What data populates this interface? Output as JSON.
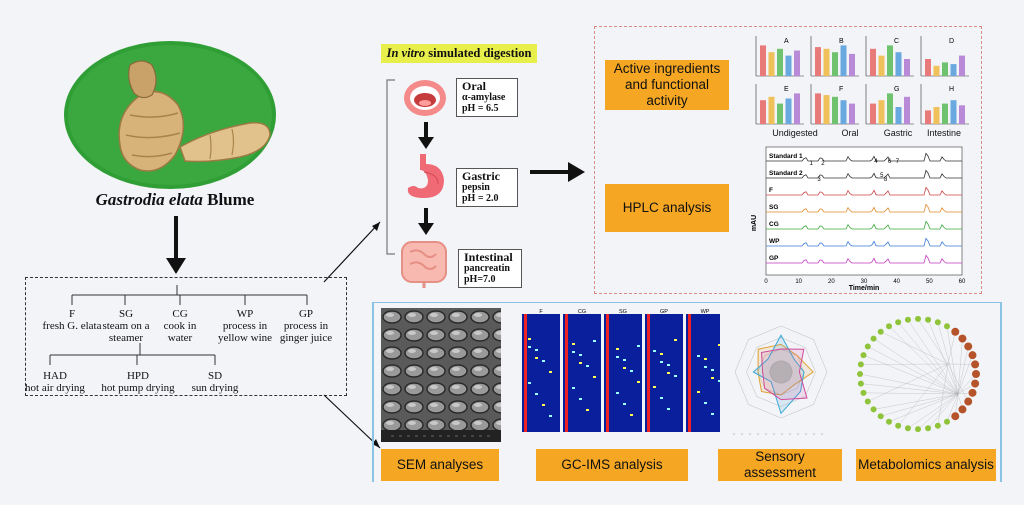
{
  "species": {
    "genus": "Gastrodia elata",
    "author": "Blume"
  },
  "processing": [
    {
      "code": "F",
      "desc": "fresh G. elata"
    },
    {
      "code": "SG",
      "desc": "steam on a steamer"
    },
    {
      "code": "CG",
      "desc": "cook in water"
    },
    {
      "code": "WP",
      "desc": "process in yellow wine"
    },
    {
      "code": "GP",
      "desc": "process in ginger juice"
    }
  ],
  "drying": [
    {
      "code": "HAD",
      "desc": "hot air drying"
    },
    {
      "code": "HPD",
      "desc": "hot pump drying"
    },
    {
      "code": "SD",
      "desc": "sun drying"
    }
  ],
  "digestion": {
    "title_italic": "In vitro",
    "title_rest": " simulated digestion",
    "stages": [
      {
        "name": "Oral",
        "enzyme": "α-amylase",
        "ph": "pH = 6.5"
      },
      {
        "name": "Gastric",
        "enzyme": "pepsin",
        "ph": "pH = 2.0"
      },
      {
        "name": "Intestinal",
        "enzyme": "pancreatin",
        "ph": "pH=7.0"
      }
    ]
  },
  "analyses": {
    "active": "Active ingredients and functional activity",
    "hplc": "HPLC analysis",
    "sem": "SEM analyses",
    "gcims": "GC-IMS analysis",
    "sensory": "Sensory assessment",
    "metabolomics": "Metabolomics analysis"
  },
  "bar_panels": {
    "letters": [
      "A",
      "B",
      "C",
      "D",
      "E",
      "F",
      "G",
      "H"
    ],
    "phases": [
      "Undigested",
      "Oral",
      "Gastric",
      "Intestine"
    ]
  },
  "hplc_chart": {
    "traces": [
      "Standard 1",
      "Standard 2",
      "F",
      "SG",
      "CG",
      "WP",
      "GP"
    ],
    "peaks": [
      "1",
      "2",
      "3",
      "4",
      "5",
      "6",
      "7",
      "8"
    ],
    "ylabel": "mAU",
    "xlabel": "Time/min",
    "xticks": [
      "0",
      "10",
      "20",
      "30",
      "40",
      "50",
      "60"
    ]
  },
  "gcims_panels": [
    "F",
    "CG",
    "SG",
    "GP",
    "WP"
  ],
  "colors": {
    "digest_title_bg": "#e9ef4a",
    "orange_box": "#f5a623",
    "hplc_border": "#d98a8a",
    "lower_border": "#8bc3e6"
  }
}
